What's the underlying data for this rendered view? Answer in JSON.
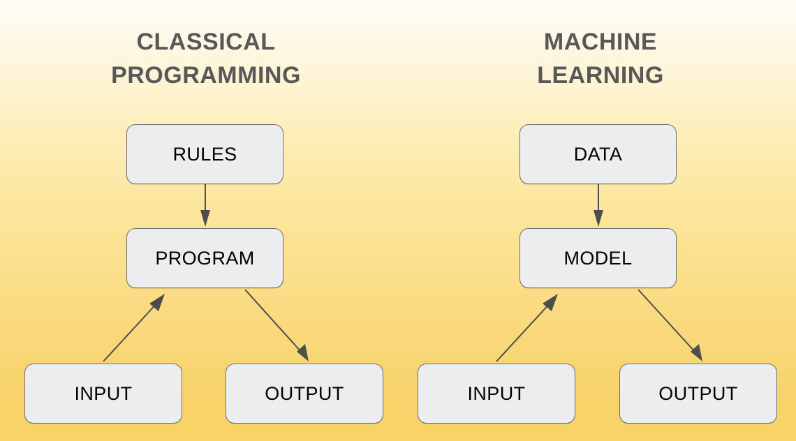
{
  "diagram": {
    "title_left": "CLASSICAL\nPROGRAMMING",
    "title_right": "MACHINE\nLEARNING",
    "colors": {
      "background_top": "#fefdf4",
      "background_bottom": "#f7d368",
      "node_fill": "#ecedef",
      "node_border": "#6f6f6f",
      "node_text": "#000000",
      "title_text": "#585858",
      "arrow": "#4d4d4d"
    },
    "left_column": {
      "heading": "CLASSICAL PROGRAMMING",
      "nodes": {
        "rules": "RULES",
        "program": "PROGRAM",
        "input": "INPUT",
        "output": "OUTPUT"
      },
      "edges": [
        {
          "from": "RULES",
          "to": "PROGRAM",
          "direction": "down"
        },
        {
          "from": "INPUT",
          "to": "PROGRAM",
          "direction": "up-right"
        },
        {
          "from": "PROGRAM",
          "to": "OUTPUT",
          "direction": "down-right"
        }
      ]
    },
    "right_column": {
      "heading": "MACHINE LEARNING",
      "nodes": {
        "data": "DATA",
        "model": "MODEL",
        "input": "INPUT",
        "output": "OUTPUT"
      },
      "edges": [
        {
          "from": "DATA",
          "to": "MODEL",
          "direction": "down"
        },
        {
          "from": "INPUT",
          "to": "MODEL",
          "direction": "up-right"
        },
        {
          "from": "MODEL",
          "to": "OUTPUT",
          "direction": "down-right"
        }
      ]
    }
  }
}
